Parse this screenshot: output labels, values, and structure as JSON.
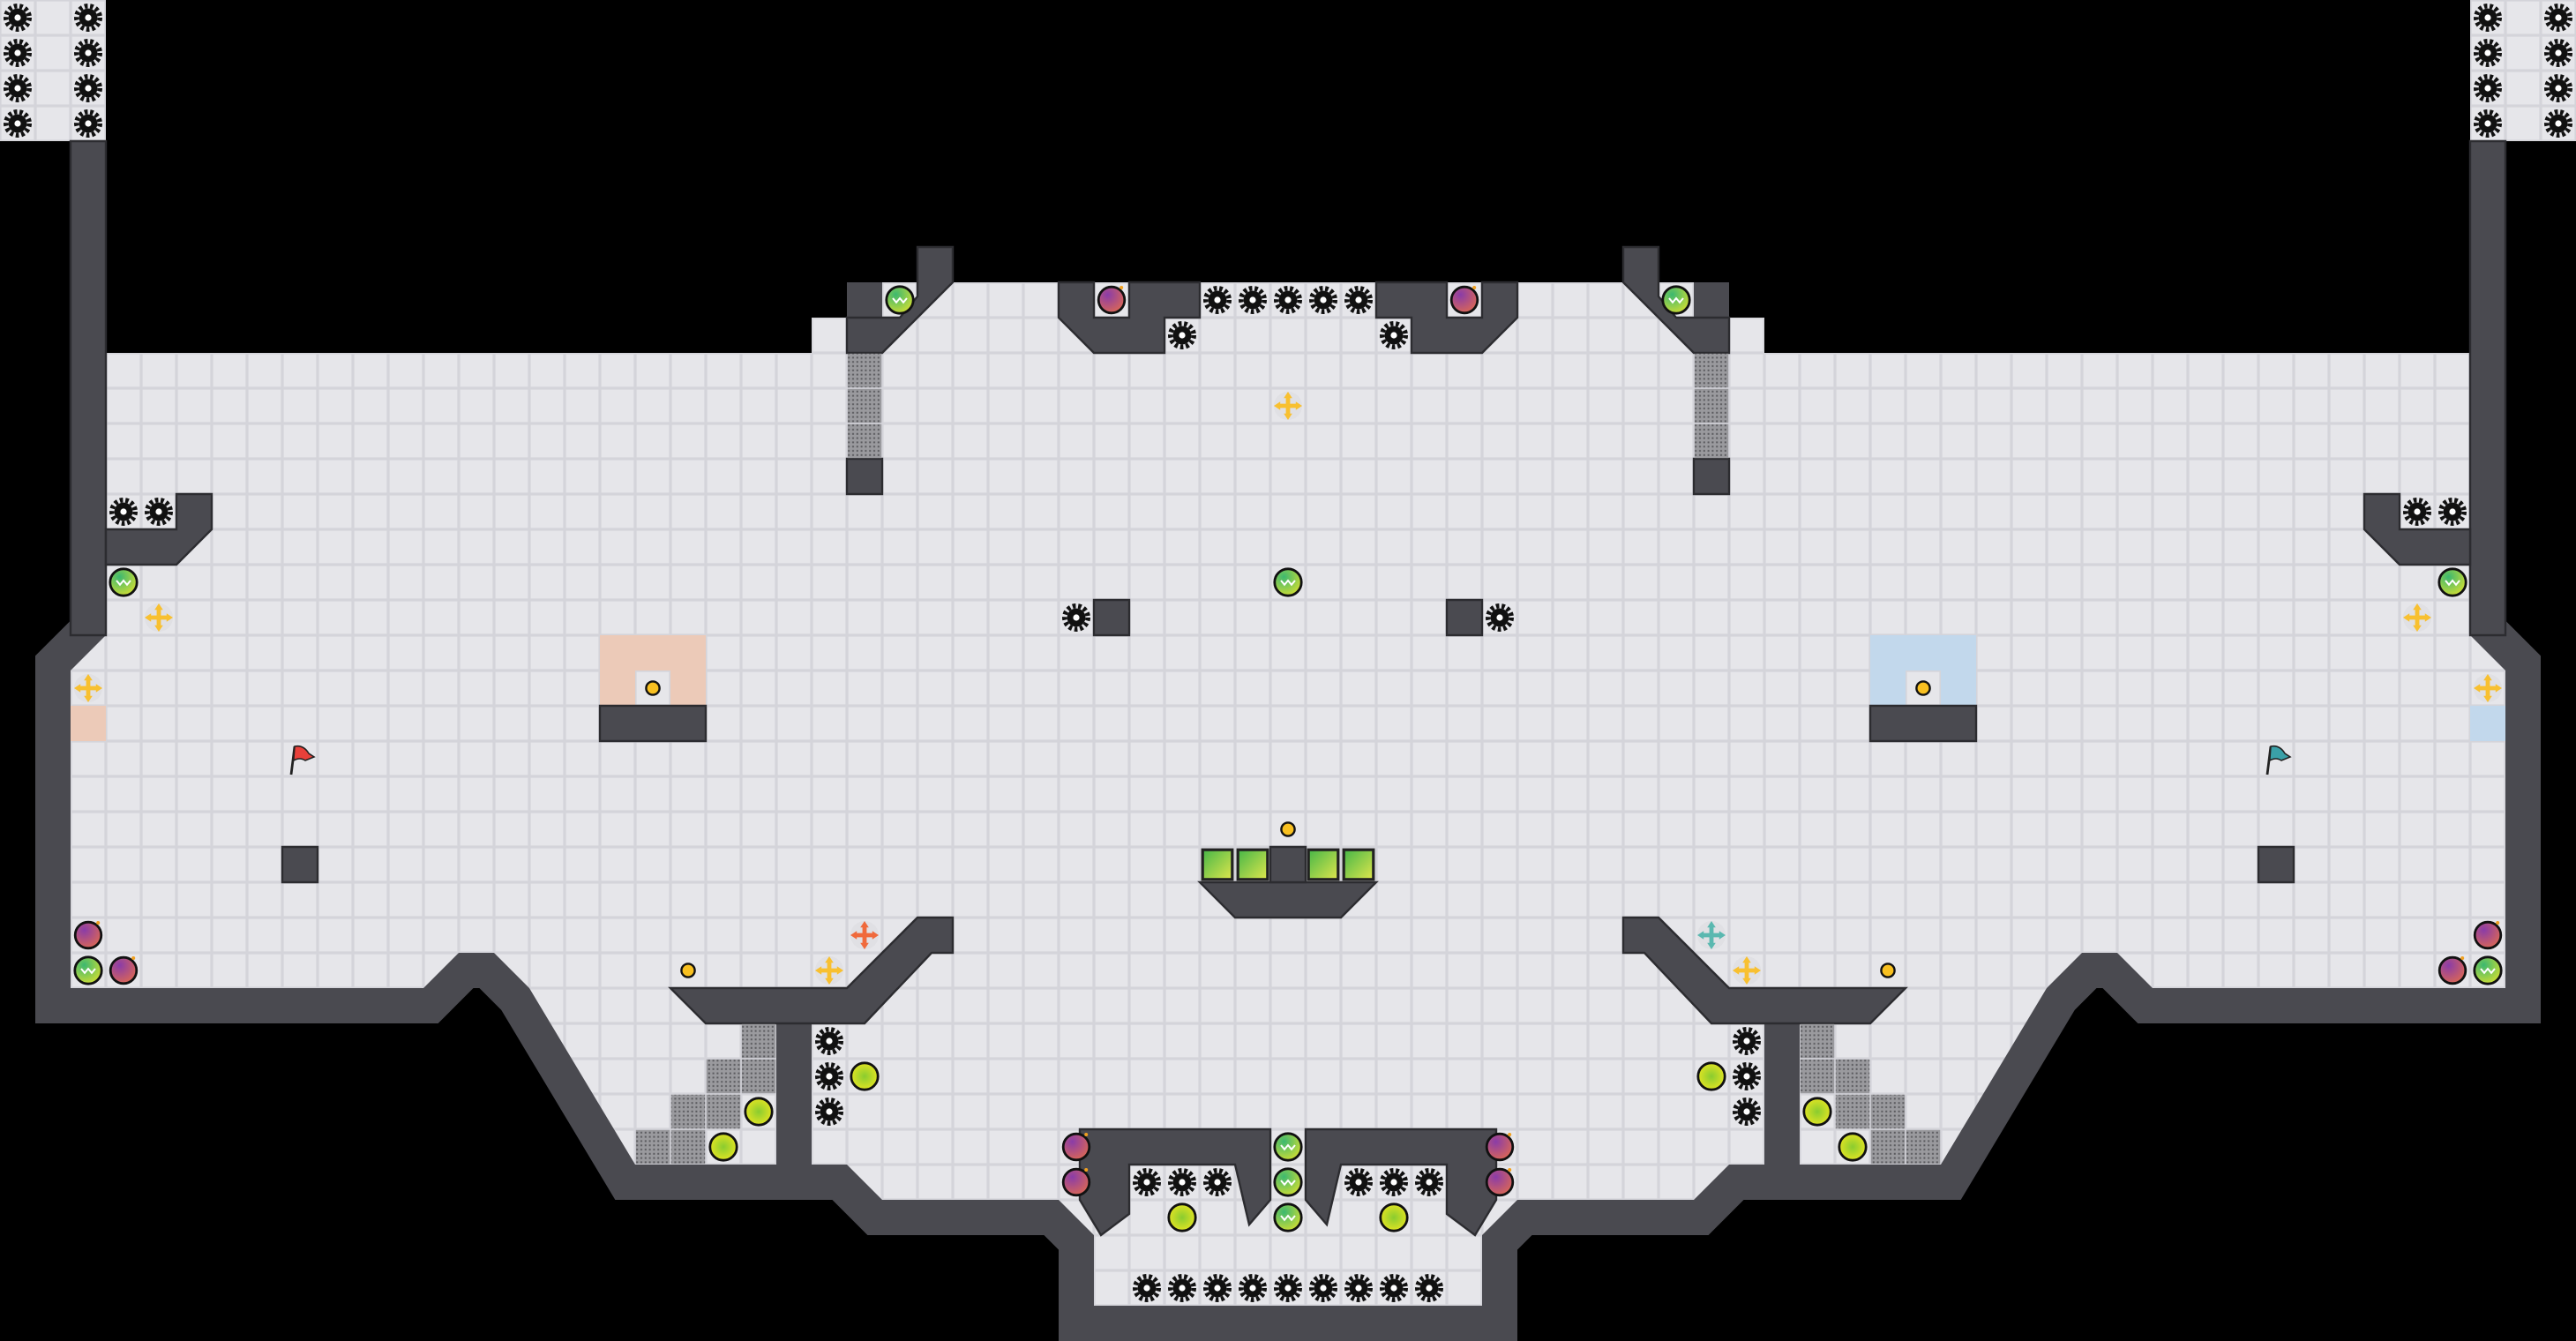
{
  "map": {
    "colors": {
      "background": "#000000",
      "floor": "#e6e6ea",
      "floor_grout": "#d4d4da",
      "wall": "#4a4a50",
      "wall_edge": "#2c2c30",
      "red_team_tile": "#eccab8",
      "blue_team_tile": "#c2d8ec",
      "red_flag": "#e8403a",
      "blue_flag": "#3aa0a8",
      "red_boost": "#f06a3c",
      "blue_boost": "#5ab8b0",
      "neutral_boost": "#f8c030",
      "gate_grate": "#8a8a8e",
      "green_block": "#8ccc3c"
    },
    "legend": [
      {
        "type": "spike",
        "icon": "spike-icon"
      },
      {
        "type": "bomb",
        "icon": "bomb-icon"
      },
      {
        "type": "powerup",
        "icon": "green-orb-icon"
      },
      {
        "type": "portal",
        "icon": "yellow-orb-icon"
      },
      {
        "type": "boost",
        "icon": "boost-cross-icon"
      },
      {
        "type": "button",
        "icon": "button-icon"
      },
      {
        "type": "flag",
        "icon": "flag-icon"
      },
      {
        "type": "gate",
        "icon": "grate-icon"
      }
    ]
  }
}
